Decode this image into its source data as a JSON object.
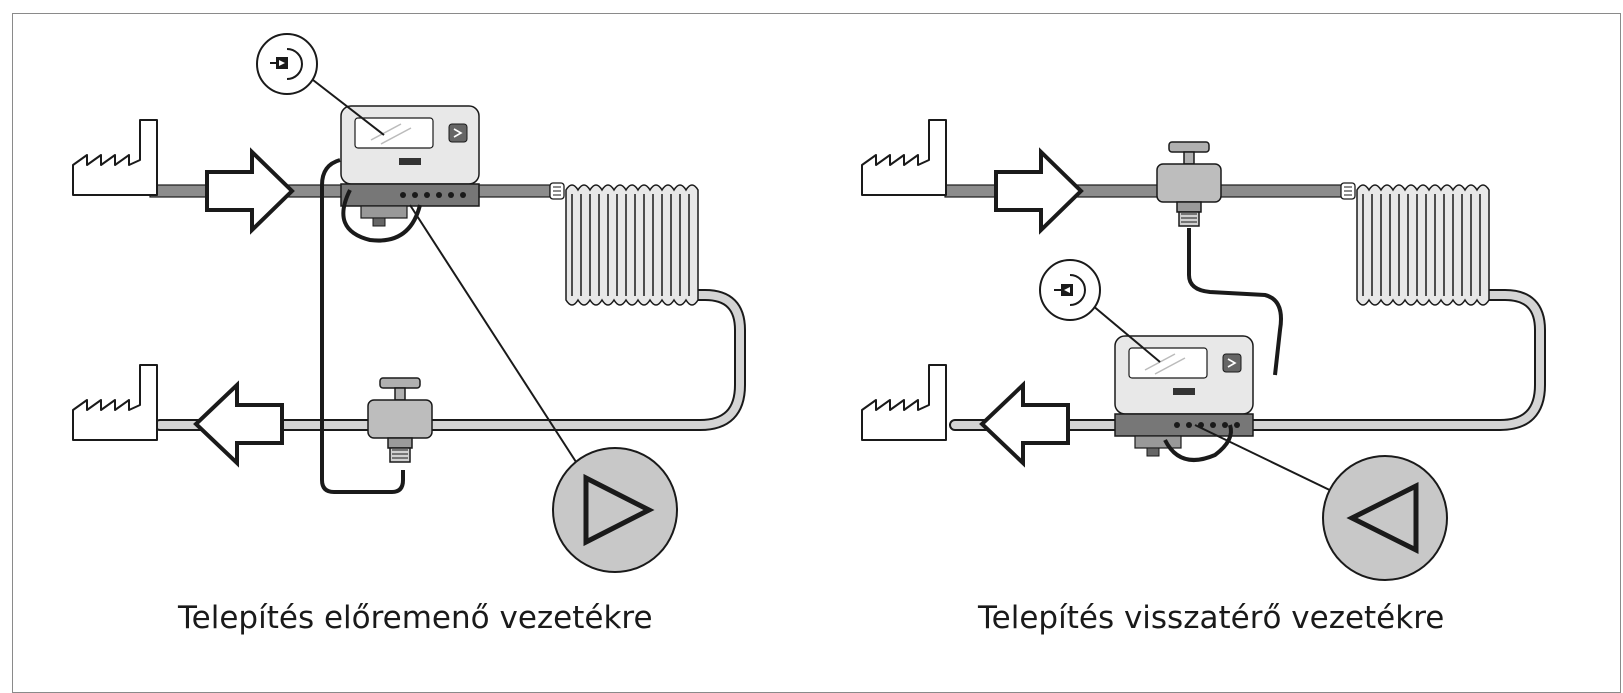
{
  "captions": {
    "left": "Telepítés előremenő vezetékre",
    "right": "Telepítés visszatérő vezetékre"
  },
  "diagrams": [
    {
      "id": "supply",
      "meter_on": "supply-pipe",
      "direction_icon": "triangle-right-icon"
    },
    {
      "id": "return",
      "meter_on": "return-pipe",
      "direction_icon": "triangle-left-icon"
    }
  ],
  "colors": {
    "pipe": "#8c8c8c",
    "pipe_light": "#d4d4d4",
    "meter": "#e6e6e6",
    "outline": "#1a1a1a",
    "badge": "#c8c8c8"
  }
}
